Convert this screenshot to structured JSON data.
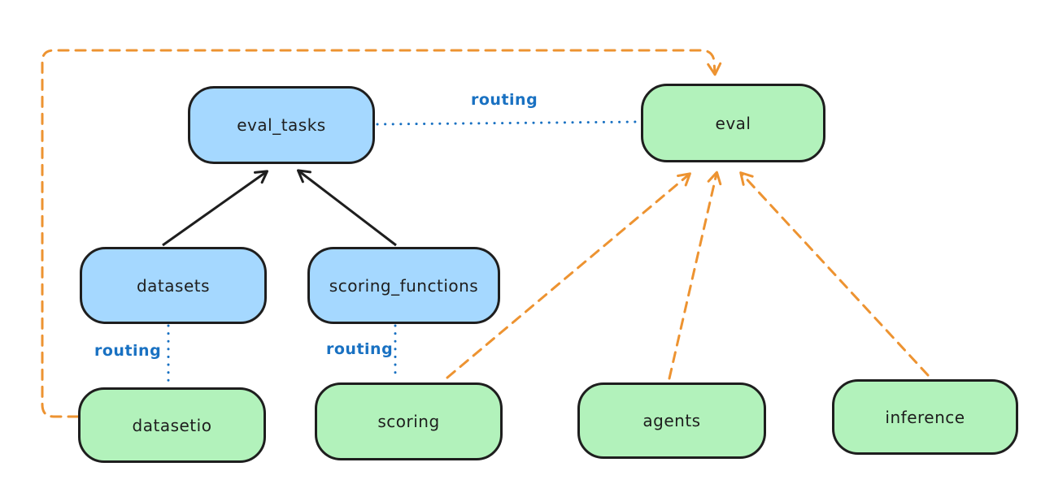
{
  "diagram": {
    "colors": {
      "background": "#ffffff",
      "blue_node_fill": "#a5d8ff",
      "green_node_fill": "#b2f2bb",
      "node_stroke": "#1e1e1e",
      "routing_label_color": "#1971c2",
      "provider_edge_color": "#ed9331",
      "dependency_edge_color": "#1e1e1e"
    },
    "nodes": [
      {
        "id": "eval_tasks",
        "label": "eval_tasks",
        "type": "blue"
      },
      {
        "id": "eval",
        "label": "eval",
        "type": "green"
      },
      {
        "id": "datasets",
        "label": "datasets",
        "type": "blue"
      },
      {
        "id": "scoring_functions",
        "label": "scoring_functions",
        "type": "blue"
      },
      {
        "id": "datasetio",
        "label": "datasetio",
        "type": "green"
      },
      {
        "id": "scoring",
        "label": "scoring",
        "type": "green"
      },
      {
        "id": "agents",
        "label": "agents",
        "type": "green"
      },
      {
        "id": "inference",
        "label": "inference",
        "type": "green"
      }
    ],
    "edges": [
      {
        "from": "datasets",
        "to": "eval_tasks",
        "style": "solid",
        "color": "black",
        "arrow": true
      },
      {
        "from": "scoring_functions",
        "to": "eval_tasks",
        "style": "solid",
        "color": "black",
        "arrow": true
      },
      {
        "from": "eval_tasks",
        "to": "eval",
        "style": "dotted",
        "color": "blue",
        "label": "routing",
        "arrow": false
      },
      {
        "from": "datasets",
        "to": "datasetio",
        "style": "dotted",
        "color": "blue",
        "label": "routing",
        "arrow": false
      },
      {
        "from": "scoring_functions",
        "to": "scoring",
        "style": "dotted",
        "color": "blue",
        "label": "routing",
        "arrow": false
      },
      {
        "from": "datasetio",
        "to": "eval",
        "style": "dashed",
        "color": "orange",
        "arrow": true
      },
      {
        "from": "scoring",
        "to": "eval",
        "style": "dashed",
        "color": "orange",
        "arrow": true
      },
      {
        "from": "agents",
        "to": "eval",
        "style": "dashed",
        "color": "orange",
        "arrow": true
      },
      {
        "from": "inference",
        "to": "eval",
        "style": "dashed",
        "color": "orange",
        "arrow": true
      }
    ],
    "routing_labels": [
      {
        "text": "routing"
      },
      {
        "text": "routing"
      },
      {
        "text": "routing"
      }
    ]
  }
}
